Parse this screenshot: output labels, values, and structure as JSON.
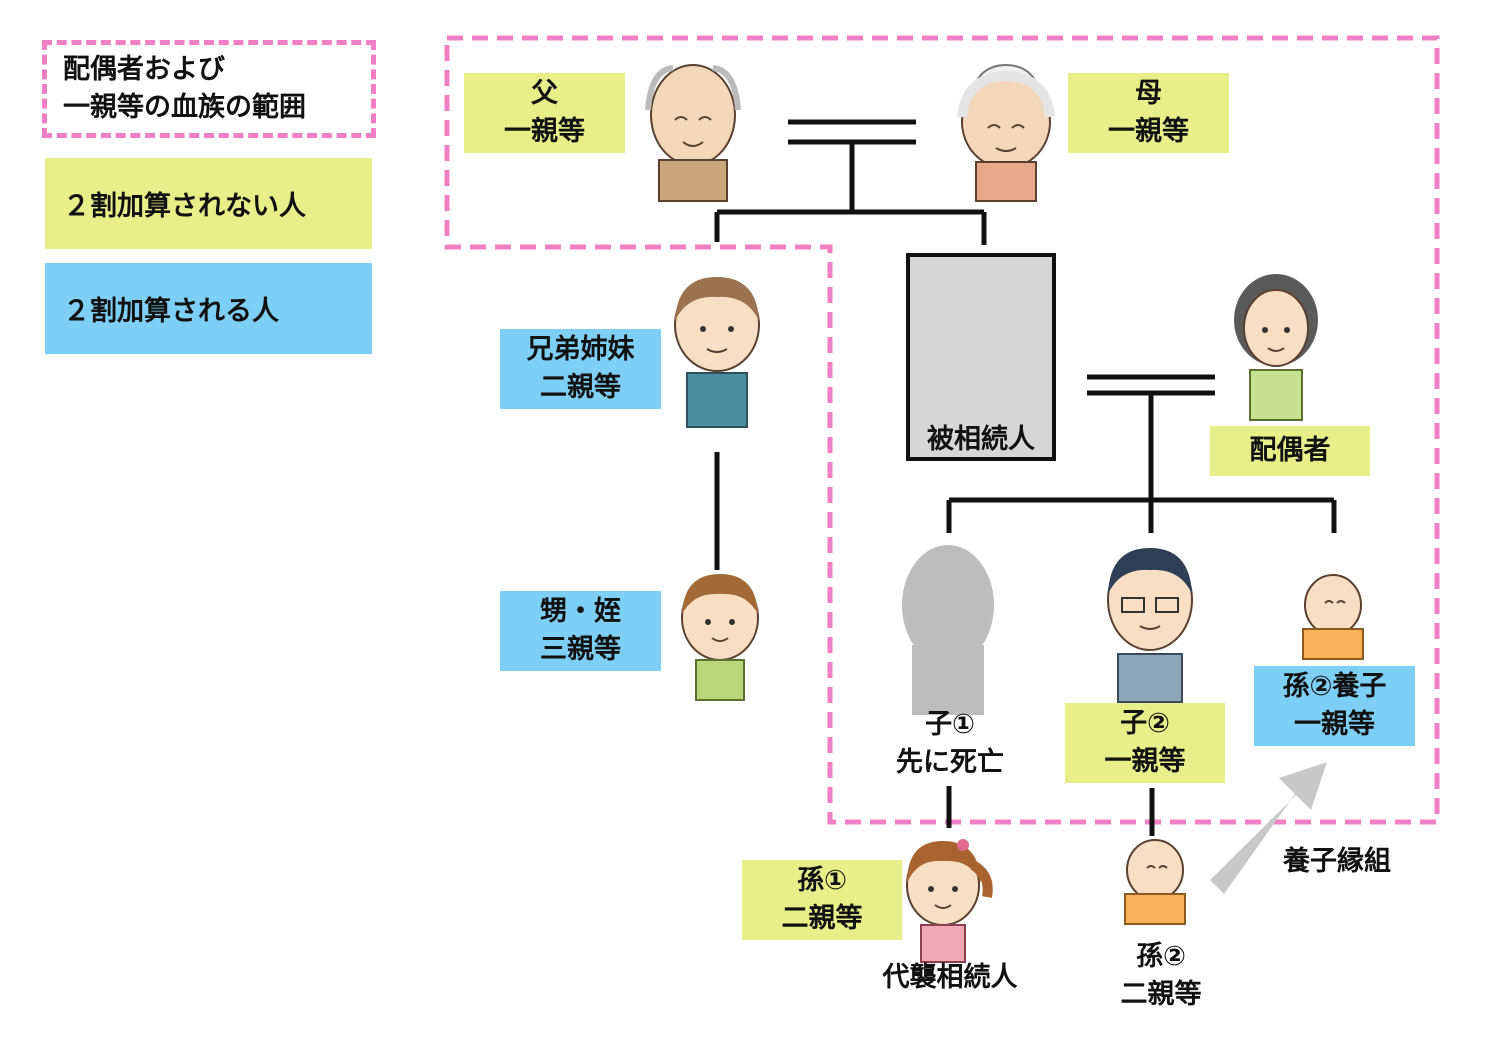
{
  "legend": {
    "range_line1": "配偶者および",
    "range_line2": "一親等の血族の範囲",
    "no_surcharge": "２割加算されない人",
    "surcharge": "２割加算される人"
  },
  "people": {
    "father": {
      "line1": "父",
      "line2": "一親等"
    },
    "mother": {
      "line1": "母",
      "line2": "一親等"
    },
    "siblings": {
      "line1": "兄弟姉妹",
      "line2": "二親等"
    },
    "nephew": {
      "line1": "甥・姪",
      "line2": "三親等"
    },
    "deceased": {
      "line1": "被相続人"
    },
    "spouse": {
      "line1": "配偶者"
    },
    "child1": {
      "line1": "子①",
      "line2": "先に死亡"
    },
    "child2": {
      "line1": "子②",
      "line2": "一親等"
    },
    "adopted_grandchild": {
      "line1": "孫②養子",
      "line2": "一親等"
    },
    "grandchild1": {
      "line1": "孫①",
      "line2": "二親等"
    },
    "grandchild1_note": "代襲相続人",
    "grandchild2": {
      "line1": "孫②",
      "line2": "二親等"
    },
    "adoption_label": "養子縁組"
  },
  "colors": {
    "no_surcharge": "#e6ef88",
    "surcharge": "#7ecff5",
    "range_border": "#f07fc3",
    "deceased_bg": "#d6d6d6",
    "arrow": "#c8c8c8"
  }
}
